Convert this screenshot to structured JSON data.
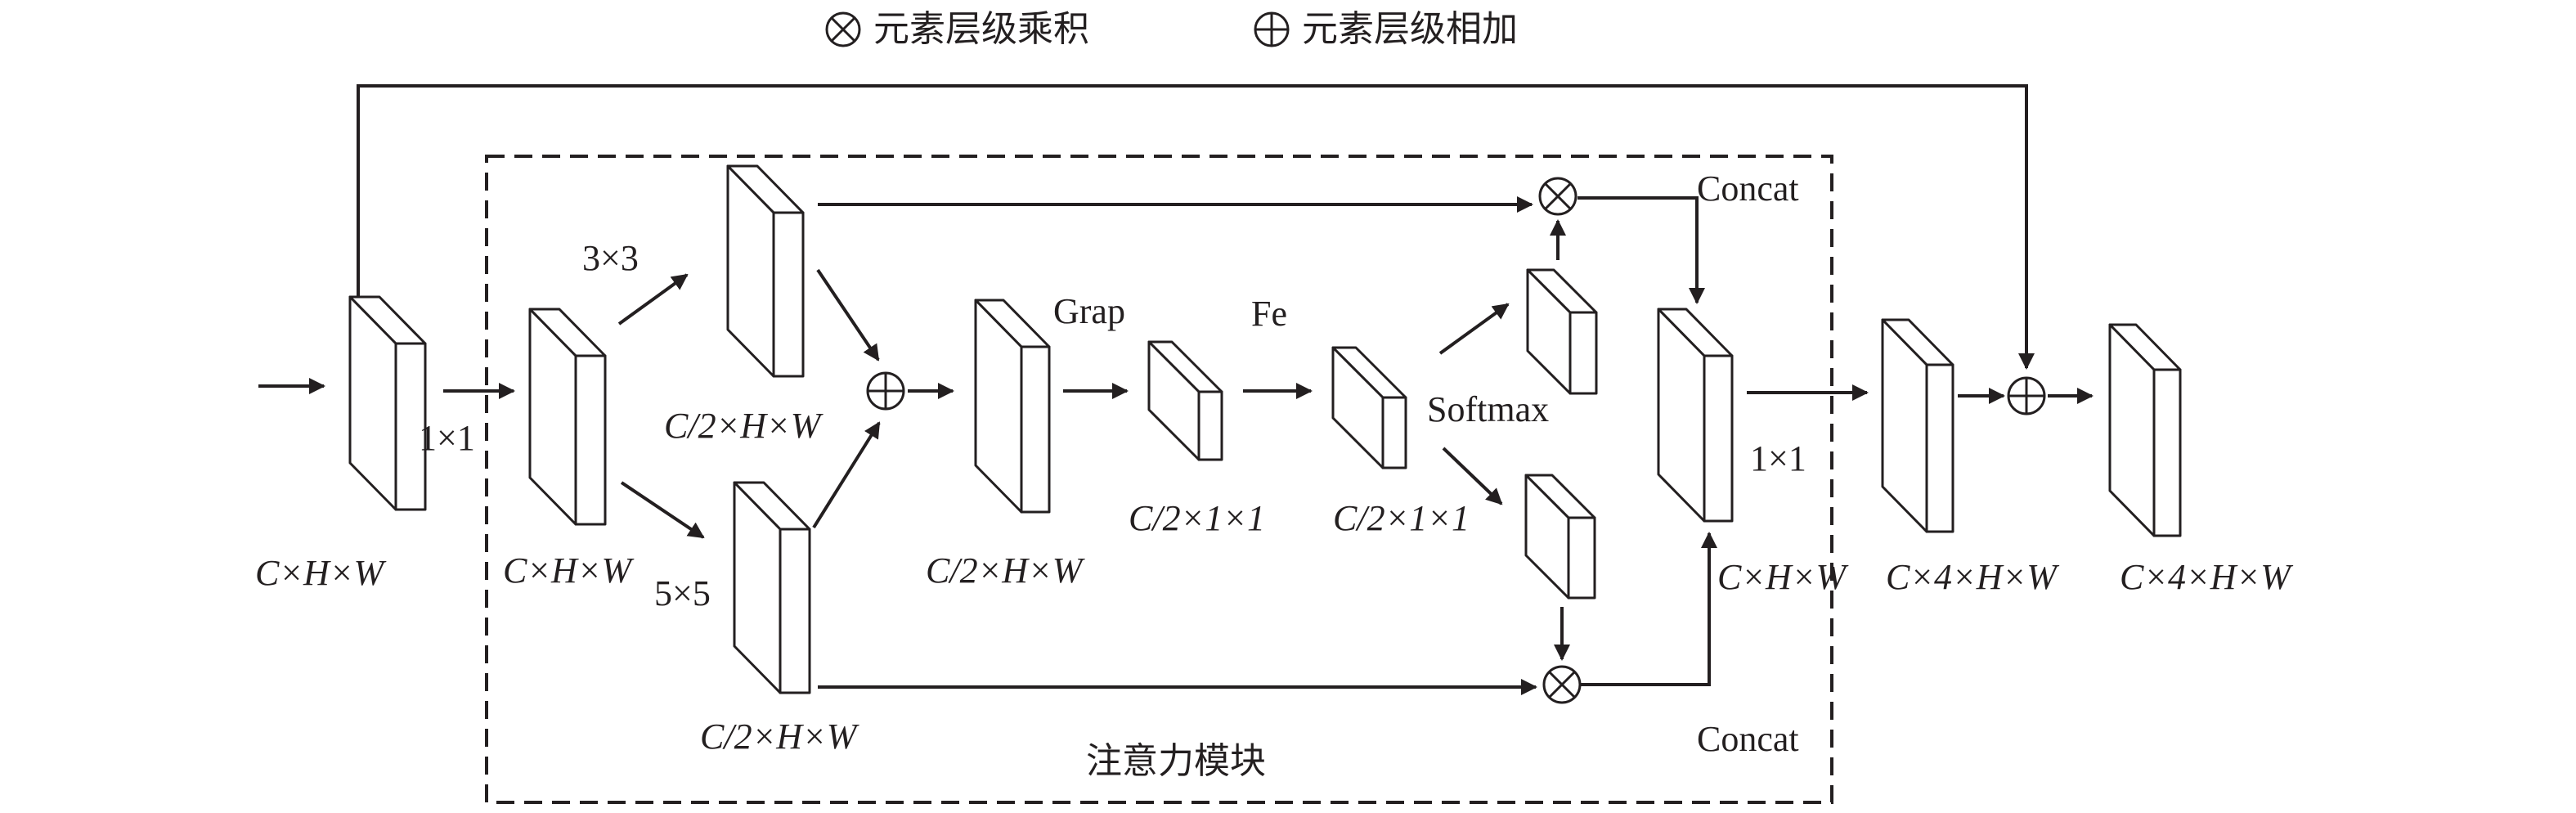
{
  "legend": {
    "multiply_label": "元素层级乘积",
    "add_label": "元素层级相加"
  },
  "module_label": "注意力模块",
  "input_dim": "C×H×W",
  "conv1x1_in_label": "1×1",
  "conv3x3_label": "3×3",
  "conv5x5_label": "5×5",
  "dims": {
    "after_conv1": "C×H×W",
    "branch3": "C/2×H×W",
    "branch5": "C/2×H×W",
    "fused": "C/2×H×W",
    "gap_out": "C/2×1×1",
    "fc_out": "C/2×1×1",
    "concat_out": "C×H×W",
    "after_1x1": "C×4×H×W",
    "output": "C×4×H×W"
  },
  "ops": {
    "gap": "Grap",
    "fc": "Fe",
    "softmax": "Softmax",
    "concat_top": "Concat",
    "concat_bottom": "Concat",
    "conv1x1_out": "1×1"
  }
}
